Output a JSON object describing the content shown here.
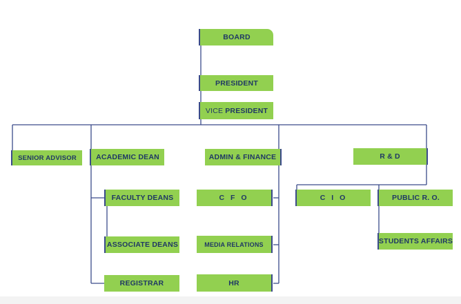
{
  "org_chart": {
    "nodes": {
      "board": "BOARD",
      "president": "PRESIDENT",
      "vice_president": {
        "prefix": "VICE",
        "main": "PRESIDENT"
      },
      "senior_advisor": "SENIOR ADVISOR",
      "academic_dean": "ACADEMIC DEAN",
      "admin_finance": "ADMIN & FINANCE",
      "rnd": "R & D",
      "faculty_deans": "FACULTY DEANS",
      "associate_deans": "ASSOCIATE DEANS",
      "registrar": "REGISTRAR",
      "cfo": "C F O",
      "media_relations": "MEDIA RELATIONS",
      "hr": "HR",
      "cio": "C I O",
      "public_ro": "PUBLIC R. O.",
      "students_affairs": "STUDENTS AFFAIRS"
    },
    "colors": {
      "box_fill": "#92d050",
      "box_text": "#1f3864",
      "connector": "#3a4a8a"
    }
  }
}
